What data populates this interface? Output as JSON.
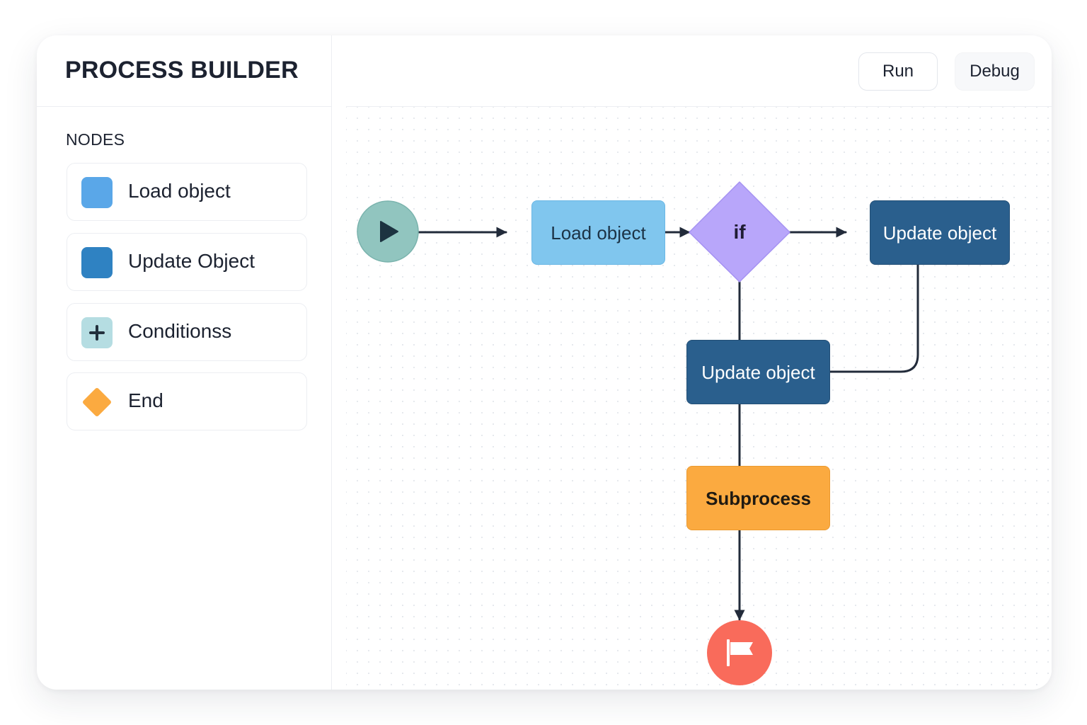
{
  "app": {
    "title": "PROCESS BUILDER"
  },
  "sidebar": {
    "heading": "NODES",
    "items": [
      {
        "label": "Load object",
        "color": "#5aa7e8"
      },
      {
        "label": "Update Object",
        "color": "#2f82c2"
      },
      {
        "label": "Conditionss",
        "color": "#b5dde2",
        "icon": "plus-icon"
      },
      {
        "label": "End",
        "color": "#fbaa40",
        "icon": "diamond-icon"
      }
    ]
  },
  "toolbar": {
    "run_label": "Run",
    "debug_label": "Debug"
  },
  "flow": {
    "start": {
      "icon": "play-icon",
      "color": "#91c5bf"
    },
    "load_node": {
      "label": "Load object",
      "color": "#80c6ee"
    },
    "condition_node": {
      "label": "if",
      "color": "#b8a6fa"
    },
    "update_node_right": {
      "label": "Update object",
      "color": "#2a5f8d"
    },
    "update_node_center": {
      "label": "Update object",
      "color": "#2a5f8d"
    },
    "subprocess_node": {
      "label": "Subprocess",
      "color": "#fbaa40"
    },
    "end": {
      "icon": "flag-icon",
      "color": "#f96b5b"
    }
  }
}
